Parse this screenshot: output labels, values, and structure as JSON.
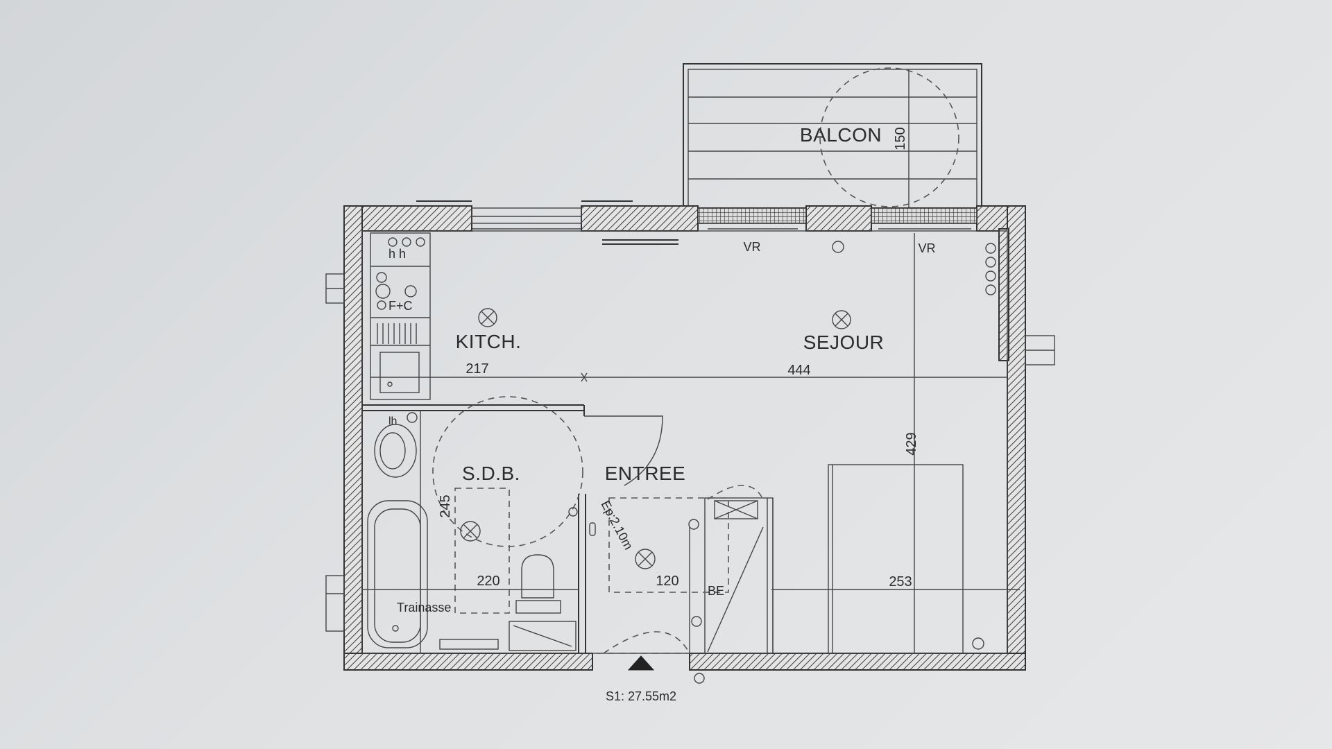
{
  "rooms": {
    "balcon": "BALCON",
    "kitchen": "KITCH.",
    "sejour": "SEJOUR",
    "sdb": "S.D.B.",
    "entree": "ENTREE"
  },
  "dimensions": {
    "balcon_depth": "150",
    "kitchen_width": "217",
    "sejour_width": "444",
    "sejour_depth": "429",
    "sdb_depth": "245",
    "sdb_width": "220",
    "entree_width": "120",
    "bedroom_width": "253",
    "door_ep": "Ep:2.10m"
  },
  "labels": {
    "vr_left": "VR",
    "vr_right": "VR",
    "cooktop_hh": "h h",
    "cooktop_fc": "F+C",
    "washbasin_h": "lh",
    "trainasse": "Trainasse",
    "be": "BE"
  },
  "footer": {
    "surface": "S1: 27.55m2"
  }
}
